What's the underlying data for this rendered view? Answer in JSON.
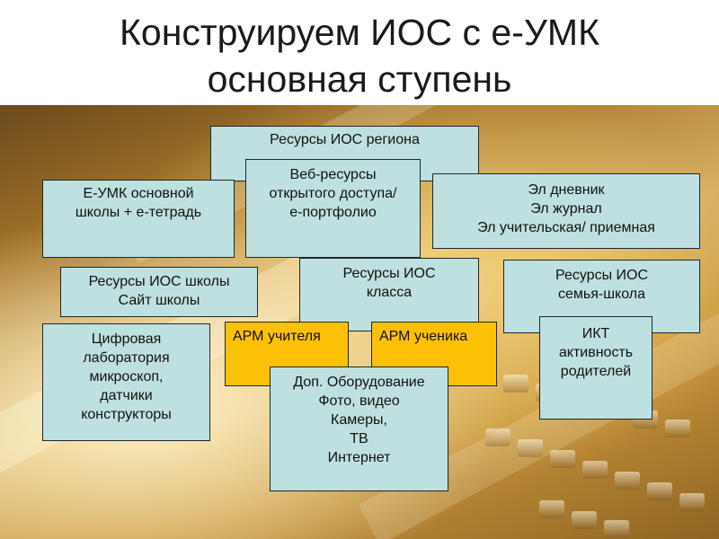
{
  "title": {
    "line1": "Конструируем ИОС с е-УМК",
    "line2": "основная ступень"
  },
  "boxes": {
    "region": [
      "Ресурсы ИОС региона"
    ],
    "web": [
      "Веб-ресурсы",
      "открытого доступа/",
      "е-портфолио"
    ],
    "eumk": [
      "Е-УМК основной",
      "школы + е-тетрадь"
    ],
    "diary": [
      "Эл дневник",
      "Эл журнал",
      "Эл учительская/ приемная"
    ],
    "school": [
      "Ресурсы ИОС школы",
      "Сайт школы"
    ],
    "klass": [
      "Ресурсы ИОС",
      "класса"
    ],
    "family": [
      "Ресурсы ИОС",
      "семья-школа"
    ],
    "lab": [
      "Цифровая",
      "лаборатория",
      "микроскоп,",
      "датчики",
      "конструкторы"
    ],
    "arm_teacher": [
      "АРМ учителя"
    ],
    "arm_student": [
      "АРМ ученика"
    ],
    "ikt": [
      "ИКТ",
      "активность",
      "родителей"
    ],
    "equipment": [
      "Доп. Оборудование",
      "Фото, видео",
      "Камеры,",
      "ТВ",
      "Интернет"
    ]
  },
  "colors": {
    "box_fill": "#bfe0e0",
    "arm_fill": "#ffc107",
    "title_text": "#1a1a1a"
  }
}
